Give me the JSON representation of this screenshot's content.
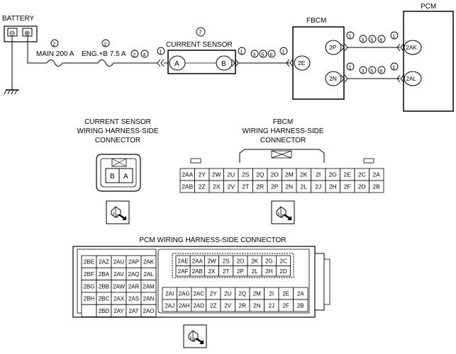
{
  "labels": {
    "battery": "BATTERY",
    "fbcm": "FBCM",
    "pcm": "PCM",
    "main_fuse": "MAIN 200 A",
    "eng_fuse": "ENG.+B 7.5 A",
    "current_sensor": "CURRENT SENSOR",
    "current_sensor_conn_title": [
      "CURRENT SENSOR",
      "WIRING HARNESS-SIDE",
      "CONNECTOR"
    ],
    "fbcm_conn_title": [
      "FBCM",
      "WIRING HARNESS-SIDE",
      "CONNECTOR"
    ],
    "pcm_conn_title": "PCM WIRING HARNESS-SIDE CONNECTOR"
  },
  "terminals": {
    "battery_neg": "⊖",
    "battery_pos": "⊕",
    "sensor_a": "A",
    "sensor_b": "B",
    "fbcm_2e": "2E",
    "fbcm_2p": "2P",
    "fbcm_2n": "2N",
    "pcm_2ak": "2AK",
    "pcm_2al": "2AL"
  },
  "circled_refs": {
    "main_fuse": "②",
    "eng_fuse": "②",
    "current_sensor": "⑦",
    "wire1": [
      "②",
      "④",
      "①"
    ],
    "wire2": [
      "①",
      "③",
      "⑤",
      "⑥",
      "①"
    ],
    "wire3": [
      "①",
      "③",
      "⑤",
      "⑥",
      "①"
    ],
    "wire4": [
      "①",
      "③",
      "⑤",
      "⑥",
      "①"
    ]
  },
  "connectors": {
    "current_sensor_pins": [
      "B",
      "A"
    ],
    "fbcm_row1": [
      "2AA",
      "2Y",
      "2W",
      "2U",
      "2S",
      "2Q",
      "2O",
      "2M",
      "2K",
      "2I",
      "2G",
      "2E",
      "2C",
      "2A"
    ],
    "fbcm_row2": [
      "2AB",
      "2Z",
      "2X",
      "2V",
      "2T",
      "2R",
      "2P",
      "2N",
      "2L",
      "2J",
      "2H",
      "2F",
      "2D",
      "2B"
    ],
    "pcm_left": [
      [
        "2BE",
        "2AZ",
        "2AU",
        "2AP",
        "2AK"
      ],
      [
        "2BF",
        "2BA",
        "2AV",
        "2AQ",
        "2AL"
      ],
      [
        "2BG",
        "2BB",
        "2AW",
        "2AR",
        "2AM"
      ],
      [
        "2BH",
        "2BC",
        "2AX",
        "2AS",
        "2AN"
      ],
      [
        "",
        "2BD",
        "2AY",
        "2AT",
        "2AO"
      ]
    ],
    "pcm_top_row1": [
      "2AE",
      "2AA",
      "2W",
      "2S",
      "2O",
      "2K",
      "2G",
      "2C"
    ],
    "pcm_top_row2": [
      "2AF",
      "2AB",
      "2X",
      "2T",
      "2P",
      "2L",
      "2H",
      "2D"
    ],
    "pcm_bot_row1": [
      "2AI",
      "2AG",
      "2AC",
      "2Y",
      "2U",
      "2Q",
      "2M",
      "2I",
      "2E",
      "2A"
    ],
    "pcm_bot_row2": [
      "2AJ",
      "2AH",
      "2AD",
      "2Z",
      "2V",
      "2R",
      "2N",
      "2J",
      "2F",
      "2B"
    ]
  }
}
